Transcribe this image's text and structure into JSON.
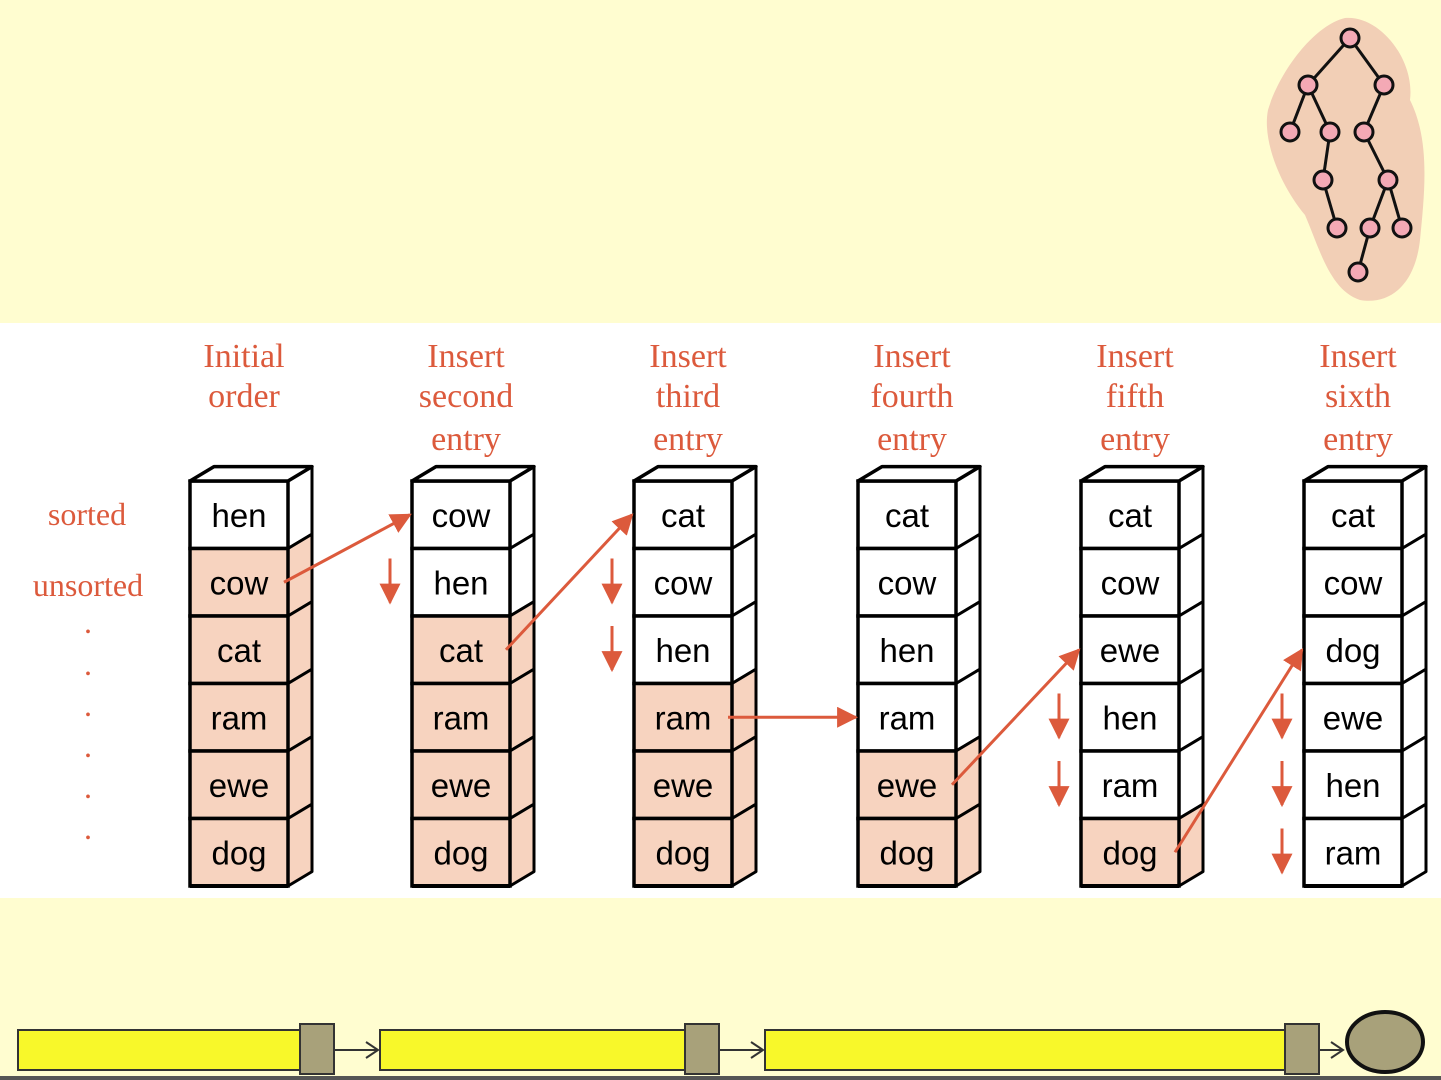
{
  "labels": {
    "sorted": "sorted",
    "unsorted": "unsorted",
    "dot": "."
  },
  "columns": [
    {
      "heading": [
        "Initial",
        "order"
      ],
      "cells": [
        "hen",
        "cow",
        "cat",
        "ram",
        "ewe",
        "dog"
      ],
      "sorted_count": 1
    },
    {
      "heading": [
        "Insert",
        "second",
        "entry"
      ],
      "cells": [
        "cow",
        "hen",
        "cat",
        "ram",
        "ewe",
        "dog"
      ],
      "sorted_count": 2
    },
    {
      "heading": [
        "Insert",
        "third",
        "entry"
      ],
      "cells": [
        "cat",
        "cow",
        "hen",
        "ram",
        "ewe",
        "dog"
      ],
      "sorted_count": 3
    },
    {
      "heading": [
        "Insert",
        "fourth",
        "entry"
      ],
      "cells": [
        "cat",
        "cow",
        "hen",
        "ram",
        "ewe",
        "dog"
      ],
      "sorted_count": 4
    },
    {
      "heading": [
        "Insert",
        "fifth",
        "entry"
      ],
      "cells": [
        "cat",
        "cow",
        "ewe",
        "hen",
        "ram",
        "dog"
      ],
      "sorted_count": 5
    },
    {
      "heading": [
        "Insert",
        "sixth",
        "entry"
      ],
      "cells": [
        "cat",
        "cow",
        "dog",
        "ewe",
        "hen",
        "ram"
      ],
      "sorted_count": 6
    }
  ],
  "moves": [
    {
      "from_col": 0,
      "from_row": 1,
      "to_row": 0,
      "shifted_rows": [
        1
      ]
    },
    {
      "from_col": 1,
      "from_row": 2,
      "to_row": 0,
      "shifted_rows": [
        1,
        2
      ]
    },
    {
      "from_col": 2,
      "from_row": 3,
      "to_row": 3,
      "shifted_rows": []
    },
    {
      "from_col": 3,
      "from_row": 4,
      "to_row": 2,
      "shifted_rows": [
        3,
        4
      ]
    },
    {
      "from_col": 4,
      "from_row": 5,
      "to_row": 2,
      "shifted_rows": [
        3,
        4,
        5
      ]
    }
  ],
  "colors": {
    "background": "#fffdd0",
    "panel": "#ffffff",
    "accent": "#dc5a3c",
    "unsorted_fill": "#f7d3bf",
    "sorted_fill": "#ffffff",
    "outline": "#000000",
    "pencil_yellow": "#f8f82a",
    "pencil_tip": "#a8a17a",
    "tree_node": "#f4a9b5",
    "tree_halo": "#f2cfb6"
  },
  "icons": {
    "tree": "binary-tree-icon",
    "footer": "pencil-chain-icon"
  }
}
